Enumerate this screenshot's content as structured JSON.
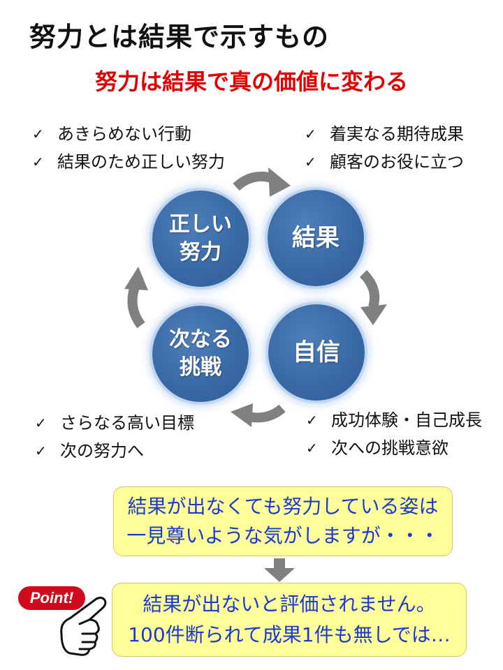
{
  "title": "努力とは結果で示すもの",
  "subtitle": "努力は結果で真の価値に変わる",
  "colors": {
    "subtitle": "#e00000",
    "circle_fill": "#3a6aa6",
    "arrow": "#808080",
    "note_bg": "#ffff99",
    "note_text": "#1a3ad0",
    "badge": "#d10a1e"
  },
  "check_glyph": "✓",
  "cycle": {
    "nodes": [
      {
        "id": "effort",
        "lines": [
          "正しい",
          "努力"
        ]
      },
      {
        "id": "result",
        "lines": [
          "結果"
        ]
      },
      {
        "id": "confidence",
        "lines": [
          "自信"
        ]
      },
      {
        "id": "challenge",
        "lines": [
          "次なる",
          "挑戦"
        ]
      }
    ],
    "arrow_direction": "clockwise"
  },
  "checklists": {
    "top_left": [
      "あきらめない行動",
      "結果のため正しい努力"
    ],
    "top_right": [
      "着実なる期待成果",
      "顧客のお役に立つ"
    ],
    "bottom_left": [
      "さらなる高い目標",
      "次の努力へ"
    ],
    "bottom_right": [
      "成功体験・自己成長",
      "次への挑戦意欲"
    ]
  },
  "note": {
    "lines": [
      "結果が出なくても努力している姿は",
      "一見尊いような気がしますが・・・"
    ]
  },
  "point": {
    "badge": "Point!",
    "icon": "pointing-hand-icon",
    "lines": [
      "結果が出ないと評価されません。",
      "100件断られて成果1件も無しでは…"
    ]
  }
}
